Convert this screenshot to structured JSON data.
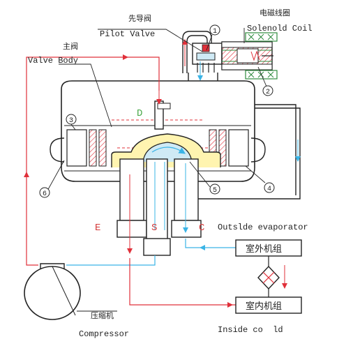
{
  "labels": {
    "pilot_valve_cn": "先导阀",
    "pilot_valve_en": "Pilot Valve",
    "solenoid_coil_cn": "电磁线圈",
    "solenoid_coil_en": "Solenold Coil",
    "valve_body_cn": "主阀",
    "valve_body_en": "Valve Body",
    "port_d": "D",
    "port_e": "E",
    "port_s": "S",
    "port_c": "C",
    "outside_evaporator": "Outslde evaporator",
    "outdoor_unit_cn": "室外机组",
    "indoor_unit_cn": "室内机组",
    "compressor_cn": "压缩机",
    "compressor_en": "Compressor",
    "inside_coil": "Inside co  ld"
  },
  "markers": [
    "1",
    "2",
    "3",
    "4",
    "5",
    "6"
  ],
  "colors": {
    "refrigerant_hot": "#e0303a",
    "refrigerant_cold": "#3ab4e6",
    "coil_green": "#2e8b3e",
    "port_letter": "#d43a3a",
    "port_d": "#47a847",
    "outline": "#222222",
    "slider_fill": "#fff4b0"
  }
}
